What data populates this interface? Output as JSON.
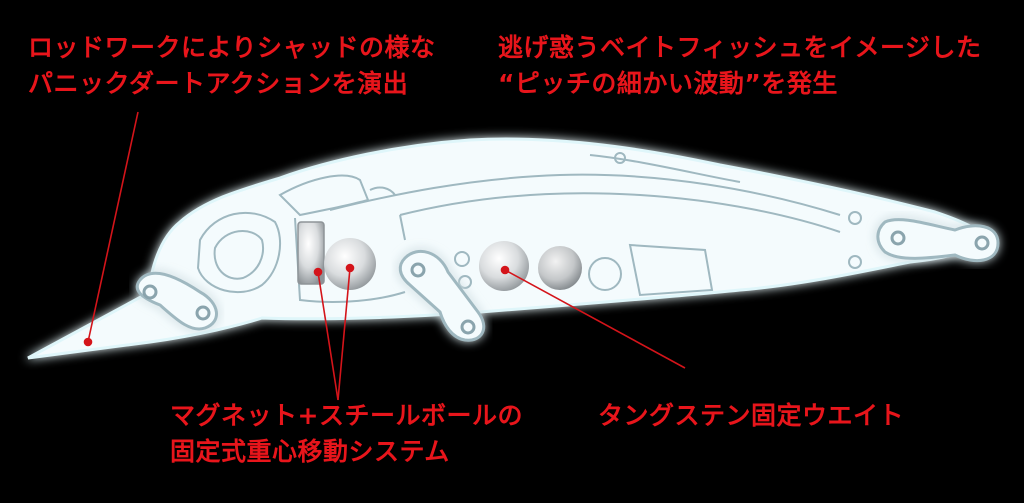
{
  "colors": {
    "background": "#000000",
    "label": "#e8151b",
    "outline_glow": "#cfeff5",
    "body_fill": "#f4fbfd",
    "line": "#9fb8c0",
    "leader": "#d4141a"
  },
  "labels": {
    "top_left": [
      "ロッドワークによりシャッドの様な",
      "パニックダートアクションを演出"
    ],
    "top_right": [
      "逃げ惑うベイトフィッシュをイメージした",
      "“ピッチの細かい波動”を発生"
    ],
    "bottom_left": [
      "マグネット+スチールボールの",
      "固定式重心移動システム"
    ],
    "bottom_right": [
      "タングステン固定ウエイト"
    ]
  },
  "icons": {
    "lure": "lure-diagram-icon",
    "hook_eye_front": "split-ring-icon",
    "hook_eye_belly": "split-ring-icon",
    "hook_eye_tail": "split-ring-icon"
  }
}
